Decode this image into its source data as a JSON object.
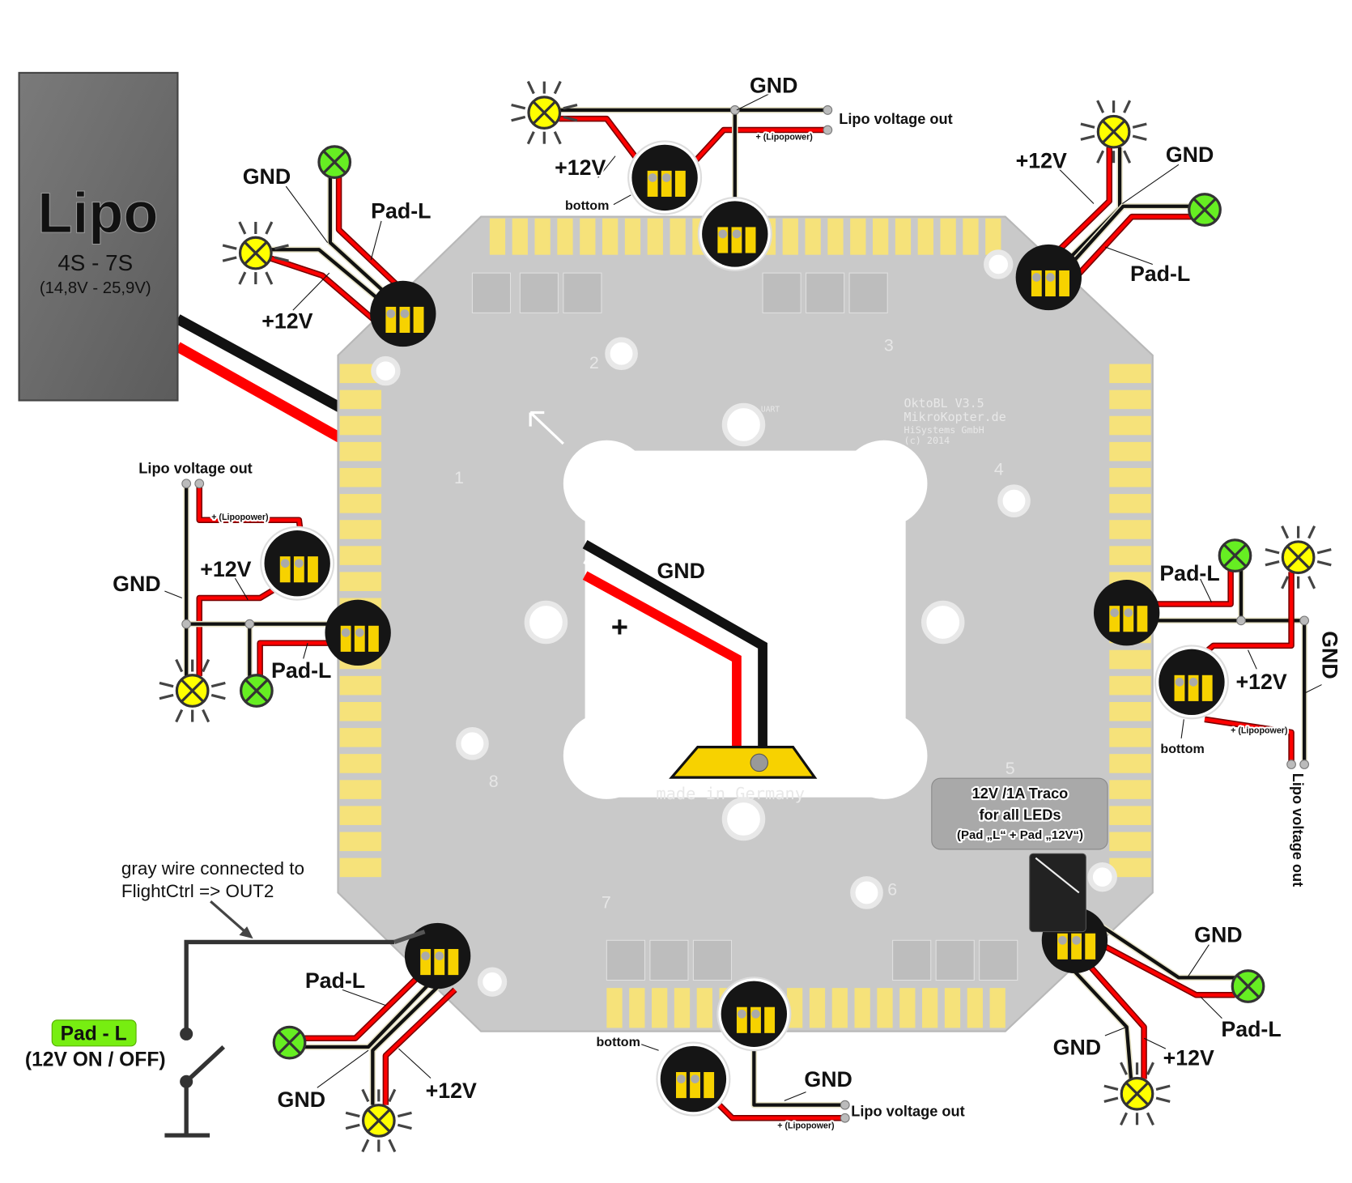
{
  "battery": {
    "title": "Lipo",
    "cells": "4S - 7S",
    "voltage_range": "(14,8V - 25,9V)"
  },
  "board": {
    "silkscreen": [
      "OktoBL V3.5",
      "MikroKopter.de",
      "HiSystems GmbH",
      "(c) 2014"
    ],
    "made_in": "made in Germany",
    "uart": "UART",
    "motor_numbers": [
      "1",
      "2",
      "3",
      "4",
      "5",
      "6",
      "7",
      "8"
    ],
    "main_cable_gnd": "GND",
    "main_cable_plus": "+"
  },
  "labels": {
    "gnd": "GND",
    "plus12v": "+12V",
    "pad_l": "Pad-L",
    "bottom": "bottom",
    "lipo_out": "Lipo voltage out",
    "lipopower": "+ (Lipopower)"
  },
  "traco": {
    "line1": "12V /1A Traco",
    "line2": "for  all LEDs",
    "line3": "(Pad „L“ + Pad „12V“)"
  },
  "switch": {
    "note_line1": "gray wire connected to",
    "note_line2": "FlightCtrl => OUT2",
    "badge": "Pad - L",
    "caption": "(12V ON / OFF)"
  },
  "colors": {
    "wire_plus": "#ff0000",
    "wire_gnd": "#111111",
    "lamp_yellow": "#ffff00",
    "lamp_green": "#66ee22",
    "pad_yellow": "#f6e27a",
    "board_gray": "#c9c9c9",
    "badge_green": "#77ee11"
  }
}
